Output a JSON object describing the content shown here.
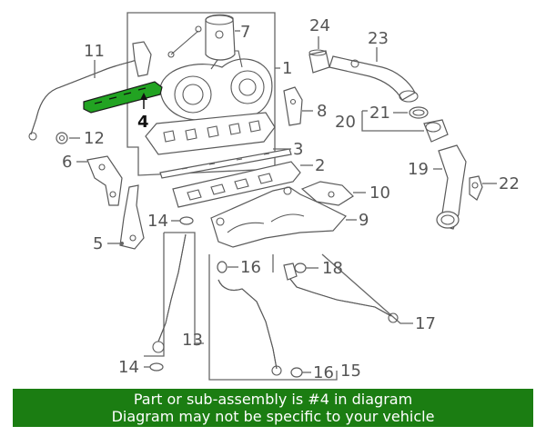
{
  "callouts": {
    "c1": "1",
    "c2": "2",
    "c3": "3",
    "c4": "4",
    "c5": "5",
    "c6": "6",
    "c7": "7",
    "c8": "8",
    "c9": "9",
    "c10": "10",
    "c11": "11",
    "c12": "12",
    "c13": "13",
    "c14a": "14",
    "c14b": "14",
    "c15": "15",
    "c16a": "16",
    "c16b": "16",
    "c17": "17",
    "c18": "18",
    "c19": "19",
    "c20": "20",
    "c21": "21",
    "c22": "22",
    "c23": "23",
    "c24": "24"
  },
  "highlight": {
    "part": "4",
    "color": "#22a322"
  },
  "banner": {
    "line1": "Part or sub-assembly is #4 in diagram",
    "line2": "Diagram may not be specific to your vehicle",
    "color": "#1b7d12"
  }
}
